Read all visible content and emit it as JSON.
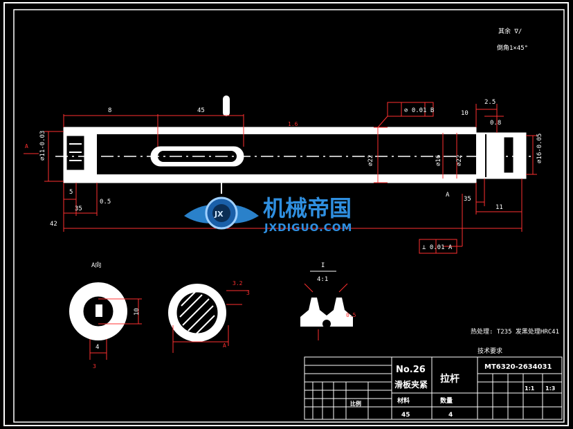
{
  "watermark": {
    "text_cn": "机械帝国",
    "text_en": "JXDIGUO.COM",
    "emblem": "JX",
    "color": "#2f8fe0"
  },
  "notes": {
    "roughness_top_right": "其余 ∇/",
    "chamfer_note": "倒角1×45°",
    "tech_req": "热处理: T235  发黑处理HRC41",
    "tech_req_title": "技术要求"
  },
  "views": {
    "section_label": "A向",
    "detail_label": "I",
    "detail_scale": "4:1"
  },
  "dimensions": {
    "top_left": "8",
    "top_mid": "45",
    "left_dia": "∅11-0.03",
    "right_dia": "∅16-0.05",
    "slot_dia": "∅16",
    "mid_dia": "∅22",
    "overall_len": "42",
    "left_small_1": "5",
    "left_small_2": "35",
    "left_small_3": "0.5",
    "right_small_1": "2.5",
    "right_small_2": "10",
    "right_small_3": "0.8",
    "right_len_1": "35",
    "right_len_2": "11",
    "datum": "A",
    "geom_tol": "⊘ 0.01 B",
    "perp_tol": "⊥ 0.01 A",
    "section_dim_1": "10",
    "section_dim_2": "4",
    "section_dim_3": "3",
    "detail_dim": "0.5",
    "roughness_1": "1.6",
    "roughness_2": "3.2"
  },
  "title_block": {
    "drawing_no": "No.26",
    "assembly": "滑板夹紧",
    "part_name": "拉杆",
    "code": "MT6320-2634031",
    "material_label": "材料",
    "material": "45",
    "quantity_label": "数量",
    "quantity": "4",
    "scale_label": "比例",
    "scale": "1:1",
    "sheet": "1:3"
  },
  "colors": {
    "background": "#000000",
    "outline": "#ffffff",
    "dimension": "#ff3030",
    "centerline": "#ffffff"
  }
}
